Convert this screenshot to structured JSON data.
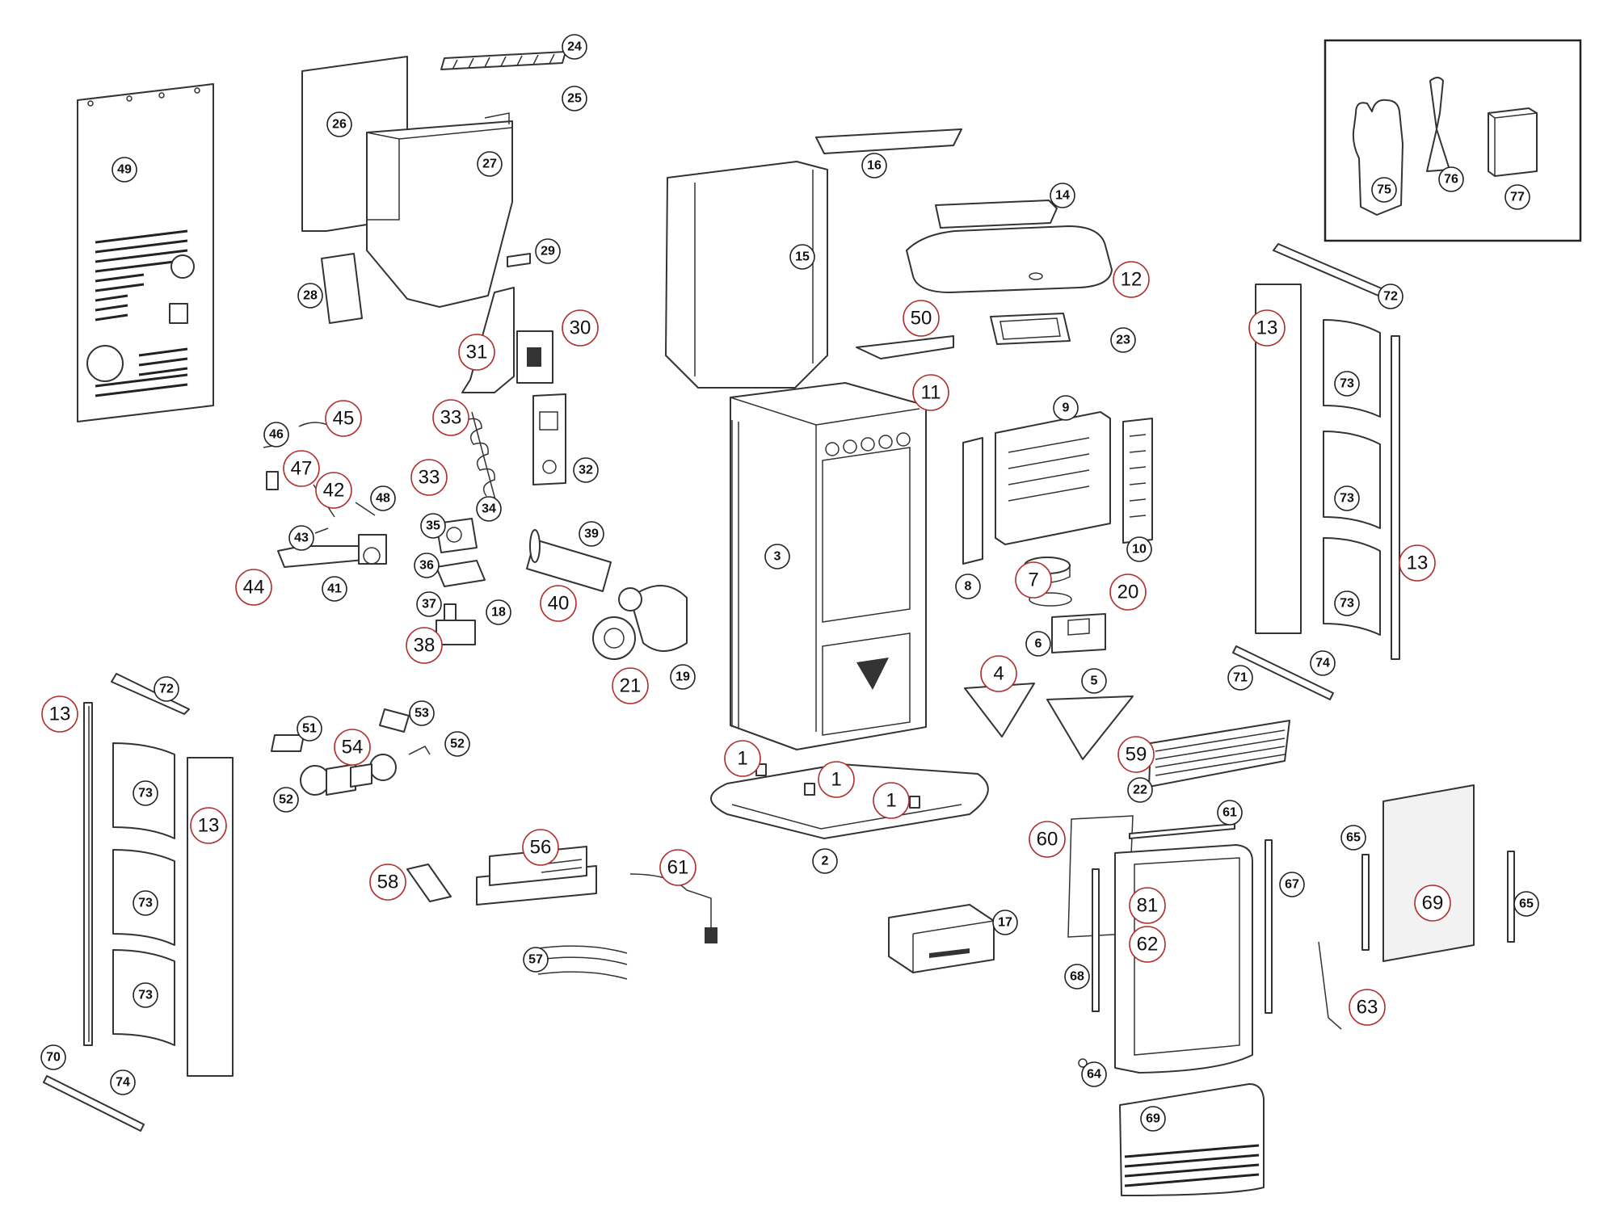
{
  "diagram": {
    "colors": {
      "line": "#333333",
      "callout_black": "#222222",
      "callout_red": "#b03030",
      "fill": "#ffffff"
    },
    "callouts": [
      {
        "id": "c-24",
        "label": "24",
        "style": "black"
      },
      {
        "id": "c-25",
        "label": "25",
        "style": "black"
      },
      {
        "id": "c-26",
        "label": "26",
        "style": "black"
      },
      {
        "id": "c-27",
        "label": "27",
        "style": "black"
      },
      {
        "id": "c-49",
        "label": "49",
        "style": "black"
      },
      {
        "id": "c-28",
        "label": "28",
        "style": "black"
      },
      {
        "id": "c-29",
        "label": "29",
        "style": "black"
      },
      {
        "id": "c-30",
        "label": "30",
        "style": "red"
      },
      {
        "id": "c-31",
        "label": "31",
        "style": "red"
      },
      {
        "id": "c-16",
        "label": "16",
        "style": "black"
      },
      {
        "id": "c-15",
        "label": "15",
        "style": "black"
      },
      {
        "id": "c-14",
        "label": "14",
        "style": "black"
      },
      {
        "id": "c-12",
        "label": "12",
        "style": "red"
      },
      {
        "id": "c-50",
        "label": "50",
        "style": "red"
      },
      {
        "id": "c-23",
        "label": "23",
        "style": "black"
      },
      {
        "id": "c-11",
        "label": "11",
        "style": "red"
      },
      {
        "id": "c-9",
        "label": "9",
        "style": "black"
      },
      {
        "id": "c-10",
        "label": "10",
        "style": "black"
      },
      {
        "id": "c-8",
        "label": "8",
        "style": "black"
      },
      {
        "id": "c-7",
        "label": "7",
        "style": "red"
      },
      {
        "id": "c-20",
        "label": "20",
        "style": "red"
      },
      {
        "id": "c-6",
        "label": "6",
        "style": "black"
      },
      {
        "id": "c-4",
        "label": "4",
        "style": "red"
      },
      {
        "id": "c-5",
        "label": "5",
        "style": "black"
      },
      {
        "id": "c-3",
        "label": "3",
        "style": "black"
      },
      {
        "id": "c-2",
        "label": "2",
        "style": "black"
      },
      {
        "id": "c-1a",
        "label": "1",
        "style": "red"
      },
      {
        "id": "c-1b",
        "label": "1",
        "style": "red"
      },
      {
        "id": "c-1c",
        "label": "1",
        "style": "red"
      },
      {
        "id": "c-45",
        "label": "45",
        "style": "red"
      },
      {
        "id": "c-46",
        "label": "46",
        "style": "black"
      },
      {
        "id": "c-47",
        "label": "47",
        "style": "red"
      },
      {
        "id": "c-42",
        "label": "42",
        "style": "red"
      },
      {
        "id": "c-48",
        "label": "48",
        "style": "black"
      },
      {
        "id": "c-43",
        "label": "43",
        "style": "black"
      },
      {
        "id": "c-44",
        "label": "44",
        "style": "red"
      },
      {
        "id": "c-41",
        "label": "41",
        "style": "black"
      },
      {
        "id": "c-33a",
        "label": "33",
        "style": "red"
      },
      {
        "id": "c-33b",
        "label": "33",
        "style": "red"
      },
      {
        "id": "c-32",
        "label": "32",
        "style": "black"
      },
      {
        "id": "c-34",
        "label": "34",
        "style": "black"
      },
      {
        "id": "c-35",
        "label": "35",
        "style": "black"
      },
      {
        "id": "c-36",
        "label": "36",
        "style": "black"
      },
      {
        "id": "c-37",
        "label": "37",
        "style": "black"
      },
      {
        "id": "c-18",
        "label": "18",
        "style": "black"
      },
      {
        "id": "c-38",
        "label": "38",
        "style": "red"
      },
      {
        "id": "c-39",
        "label": "39",
        "style": "black"
      },
      {
        "id": "c-40",
        "label": "40",
        "style": "red"
      },
      {
        "id": "c-19",
        "label": "19",
        "style": "black"
      },
      {
        "id": "c-21",
        "label": "21",
        "style": "red"
      },
      {
        "id": "c-13a",
        "label": "13",
        "style": "red"
      },
      {
        "id": "c-72a",
        "label": "72",
        "style": "black"
      },
      {
        "id": "c-73a",
        "label": "73",
        "style": "black"
      },
      {
        "id": "c-73b",
        "label": "73",
        "style": "black"
      },
      {
        "id": "c-73c",
        "label": "73",
        "style": "black"
      },
      {
        "id": "c-13b",
        "label": "13",
        "style": "red"
      },
      {
        "id": "c-70",
        "label": "70",
        "style": "black"
      },
      {
        "id": "c-74a",
        "label": "74",
        "style": "black"
      },
      {
        "id": "c-51",
        "label": "51",
        "style": "black"
      },
      {
        "id": "c-53",
        "label": "53",
        "style": "black"
      },
      {
        "id": "c-54",
        "label": "54",
        "style": "red"
      },
      {
        "id": "c-52a",
        "label": "52",
        "style": "black"
      },
      {
        "id": "c-52b",
        "label": "52",
        "style": "black"
      },
      {
        "id": "c-56",
        "label": "56",
        "style": "red"
      },
      {
        "id": "c-58",
        "label": "58",
        "style": "red"
      },
      {
        "id": "c-61a",
        "label": "61",
        "style": "red"
      },
      {
        "id": "c-57",
        "label": "57",
        "style": "black"
      },
      {
        "id": "c-17",
        "label": "17",
        "style": "black"
      },
      {
        "id": "c-59",
        "label": "59",
        "style": "red"
      },
      {
        "id": "c-22",
        "label": "22",
        "style": "black"
      },
      {
        "id": "c-60",
        "label": "60",
        "style": "red"
      },
      {
        "id": "c-61b",
        "label": "61",
        "style": "black"
      },
      {
        "id": "c-81",
        "label": "81",
        "style": "red"
      },
      {
        "id": "c-62",
        "label": "62",
        "style": "red"
      },
      {
        "id": "c-67",
        "label": "67",
        "style": "black"
      },
      {
        "id": "c-68",
        "label": "68",
        "style": "black"
      },
      {
        "id": "c-64",
        "label": "64",
        "style": "black"
      },
      {
        "id": "c-63",
        "label": "63",
        "style": "red"
      },
      {
        "id": "c-69a",
        "label": "69",
        "style": "black"
      },
      {
        "id": "c-65a",
        "label": "65",
        "style": "black"
      },
      {
        "id": "c-69b",
        "label": "69",
        "style": "red"
      },
      {
        "id": "c-65b",
        "label": "65",
        "style": "black"
      },
      {
        "id": "c-75",
        "label": "75",
        "style": "black"
      },
      {
        "id": "c-76",
        "label": "76",
        "style": "black"
      },
      {
        "id": "c-77",
        "label": "77",
        "style": "black"
      },
      {
        "id": "c-72b",
        "label": "72",
        "style": "black"
      },
      {
        "id": "c-13c",
        "label": "13",
        "style": "red"
      },
      {
        "id": "c-73d",
        "label": "73",
        "style": "black"
      },
      {
        "id": "c-73e",
        "label": "73",
        "style": "black"
      },
      {
        "id": "c-73f",
        "label": "73",
        "style": "black"
      },
      {
        "id": "c-13d",
        "label": "13",
        "style": "red"
      },
      {
        "id": "c-71",
        "label": "71",
        "style": "black"
      },
      {
        "id": "c-74b",
        "label": "74",
        "style": "black"
      }
    ]
  }
}
